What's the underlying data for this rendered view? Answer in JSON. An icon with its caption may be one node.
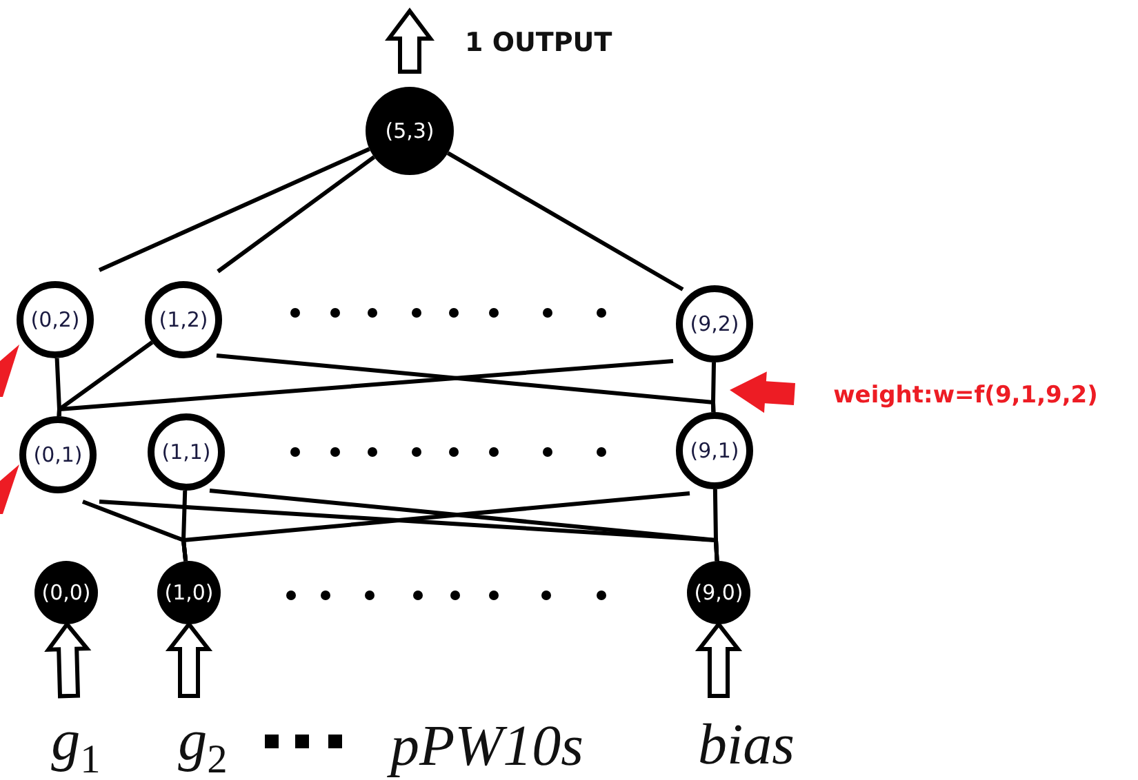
{
  "diagram": {
    "nodes": [
      {
        "text": [
          "(5,3)"
        ]
      },
      {
        "text": [
          "(0,2)"
        ]
      },
      {
        "text": [
          "(1,2)"
        ]
      },
      {
        "text": [
          "(9,2)"
        ]
      },
      {
        "text": [
          "(0,1)"
        ]
      },
      {
        "text": [
          "(1,1)"
        ]
      },
      {
        "text": [
          "(9,1)"
        ]
      },
      {
        "text": [
          "(0,0)"
        ]
      },
      {
        "text": [
          "(1,0)"
        ]
      },
      {
        "text": [
          "(9,0)"
        ]
      },
      {
        "text": [
          "g$_{1}$"
        ]
      },
      {
        "text": [
          "g$_{2}$"
        ]
      },
      {
        "text": [
          "bias"
        ]
      },
      {
        "text": [
          "weight:w=f(9,1,9,2)"
        ]
      }
    ],
    "edges": [
      {
        "from": 1,
        "to": 0,
        "arrow": "none"
      },
      {
        "from": 2,
        "to": 0,
        "arrow": "none"
      },
      {
        "from": 3,
        "to": 0,
        "arrow": "none"
      },
      {
        "from": 1,
        "to": 4,
        "arrow": "none"
      },
      {
        "from": 2,
        "to": 4,
        "arrow": "none"
      },
      {
        "from": 3,
        "to": 4,
        "arrow": "none"
      },
      {
        "from": 2,
        "to": 6,
        "arrow": "none"
      },
      {
        "from": 3,
        "to": 6,
        "arrow": "none"
      },
      {
        "from": 4,
        "to": 8,
        "arrow": "none"
      },
      {
        "from": 5,
        "to": 8,
        "arrow": "none"
      },
      {
        "from": 4,
        "to": 9,
        "arrow": "none"
      },
      {
        "from": 5,
        "to": 9,
        "arrow": "none"
      },
      {
        "from": 6,
        "to": 8,
        "arrow": "none"
      },
      {
        "from": 6,
        "to": 9,
        "arrow": "none"
      },
      {
        "from": 10,
        "to": 7,
        "arrow": "to",
        "style": "thick"
      },
      {
        "from": 11,
        "to": 8,
        "arrow": "to",
        "style": "thick"
      },
      {
        "from": 12,
        "to": 9,
        "arrow": "to",
        "style": "thick"
      },
      {
        "from": 0,
        "to": null,
        "arrow": "to",
        "style": "thick"
      },
      {
        "from": 13,
        "to": null,
        "arrow": "to",
        "style": "thick",
        "color": "#ed1c24"
      }
    ],
    "labels": [
      "1 OUTPUT",
      "pPW10s"
    ]
  }
}
